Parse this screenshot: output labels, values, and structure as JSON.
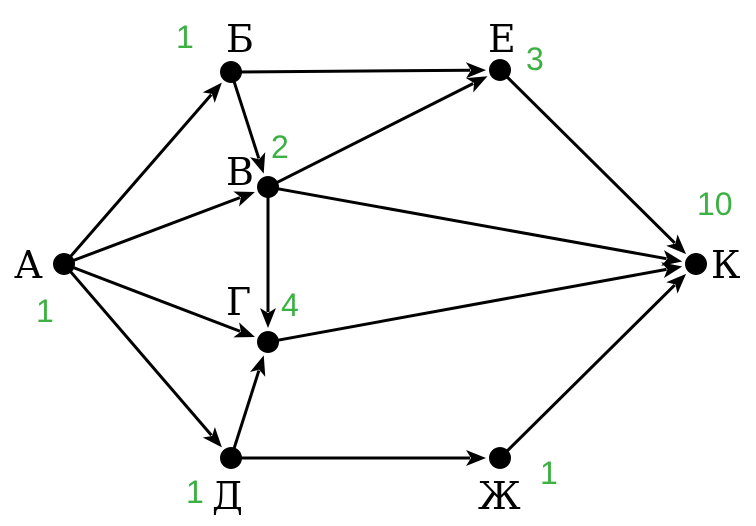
{
  "graph": {
    "nodes": [
      {
        "id": "A",
        "label": "А",
        "count": "1"
      },
      {
        "id": "B",
        "label": "Б",
        "count": "1"
      },
      {
        "id": "V",
        "label": "В",
        "count": "2"
      },
      {
        "id": "G",
        "label": "Г",
        "count": "4"
      },
      {
        "id": "D",
        "label": "Д",
        "count": "1"
      },
      {
        "id": "E",
        "label": "Е",
        "count": "3"
      },
      {
        "id": "ZH",
        "label": "Ж",
        "count": "1"
      },
      {
        "id": "K",
        "label": "К",
        "count": "10"
      }
    ],
    "edges": [
      {
        "from": "A",
        "to": "B"
      },
      {
        "from": "A",
        "to": "V"
      },
      {
        "from": "A",
        "to": "G"
      },
      {
        "from": "A",
        "to": "D"
      },
      {
        "from": "B",
        "to": "E"
      },
      {
        "from": "B",
        "to": "V"
      },
      {
        "from": "V",
        "to": "E"
      },
      {
        "from": "V",
        "to": "K"
      },
      {
        "from": "V",
        "to": "G"
      },
      {
        "from": "G",
        "to": "K"
      },
      {
        "from": "D",
        "to": "G"
      },
      {
        "from": "D",
        "to": "ZH"
      },
      {
        "from": "E",
        "to": "K"
      },
      {
        "from": "ZH",
        "to": "K"
      }
    ],
    "colors": {
      "edge": "#000000",
      "node": "#000000",
      "count": "#3cb043"
    }
  }
}
